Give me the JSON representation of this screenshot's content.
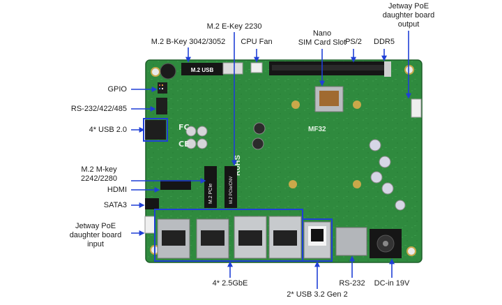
{
  "labels": {
    "gpio": "GPIO",
    "rs232_422_485": "RS-232/422/485",
    "usb20": "4* USB 2.0",
    "m2_m_key_1": "M.2 M-key",
    "m2_m_key_2": "2242/2280",
    "hdmi": "HDMI",
    "sata3": "SATA3",
    "poe_input_1": "Jetway PoE",
    "poe_input_2": "daughter board",
    "poe_input_3": "input",
    "m2_b_key": "M.2 B-Key 3042/3052",
    "m2_e_key": "M.2 E-Key 2230",
    "cpu_fan": "CPU Fan",
    "nano_sim_1": "Nano",
    "nano_sim_2": "SIM Card Slot",
    "ps2": "PS/2",
    "ddr5": "DDR5",
    "poe_output_1": "Jetway PoE",
    "poe_output_2": "daughter board",
    "poe_output_3": "output",
    "lan": "4* 2.5GbE",
    "usb32": "2* USB 3.2 Gen 2",
    "rs232": "RS-232",
    "dc_in": "DC-in 19V"
  },
  "board": {
    "silkscreen_mf32": "MF32",
    "silkscreen_rohs": "RoHS",
    "silkscreen_m2_usb": "M.2 USB",
    "silkscreen_m2_pcie": "M.2 PCIe",
    "silkscreen_m2_pcie_cnv": "M.2 PCIe/CNV"
  },
  "colors": {
    "pcb": "#2f8a3e",
    "pcb_dark": "#226e30",
    "callout": "#1f3fd6",
    "metal": "#b9bcc0",
    "dark_part": "#1c1c1c"
  }
}
